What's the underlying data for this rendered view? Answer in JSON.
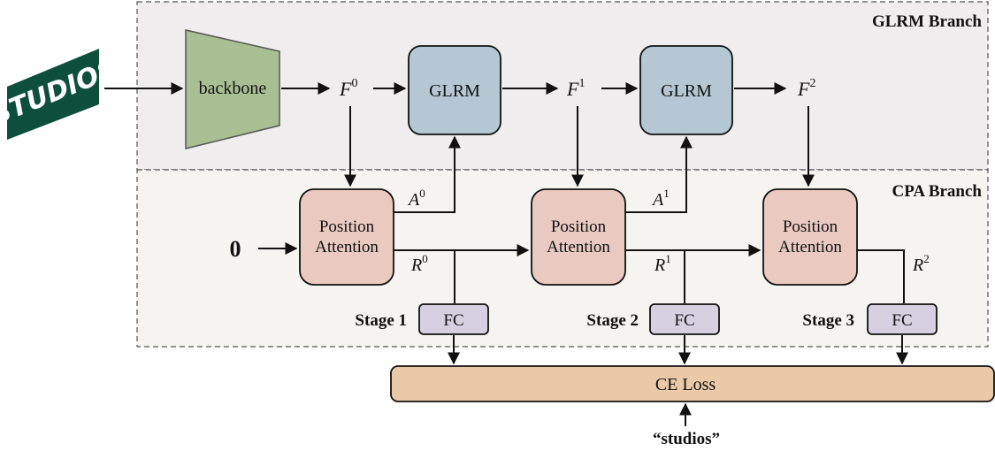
{
  "input_image": {
    "text": "STUDIOS"
  },
  "branches": {
    "glrm": {
      "label": "GLRM Branch"
    },
    "cpa": {
      "label": "CPA Branch"
    }
  },
  "backbone": {
    "label": "backbone"
  },
  "glrm_blocks": [
    {
      "label": "GLRM"
    },
    {
      "label": "GLRM"
    }
  ],
  "position_attention": [
    {
      "line1": "Position",
      "line2": "Attention"
    },
    {
      "line1": "Position",
      "line2": "Attention"
    },
    {
      "line1": "Position",
      "line2": "Attention"
    }
  ],
  "features": {
    "F0": {
      "base": "F",
      "sup": "0"
    },
    "F1": {
      "base": "F",
      "sup": "1"
    },
    "F2": {
      "base": "F",
      "sup": "2"
    },
    "A0": {
      "base": "A",
      "sup": "0"
    },
    "A1": {
      "base": "A",
      "sup": "1"
    },
    "R0": {
      "base": "R",
      "sup": "0"
    },
    "R1": {
      "base": "R",
      "sup": "1"
    },
    "R2": {
      "base": "R",
      "sup": "2"
    }
  },
  "zero_input": "0",
  "stages": [
    {
      "label": "Stage 1",
      "fc": "FC"
    },
    {
      "label": "Stage 2",
      "fc": "FC"
    },
    {
      "label": "Stage 3",
      "fc": "FC"
    }
  ],
  "loss": {
    "label": "CE Loss"
  },
  "ground_truth": "“studios”",
  "colors": {
    "backbone_fill": "#a9bf93",
    "glrm_fill": "#b4c7d2",
    "pa_fill": "#e9c9c0",
    "fc_fill": "#d6d0e0",
    "loss_fill": "#e9c9a7",
    "glrm_region": "#efedee",
    "cpa_region": "#f5f4f0",
    "sign_fill": "#0e4f3c"
  }
}
